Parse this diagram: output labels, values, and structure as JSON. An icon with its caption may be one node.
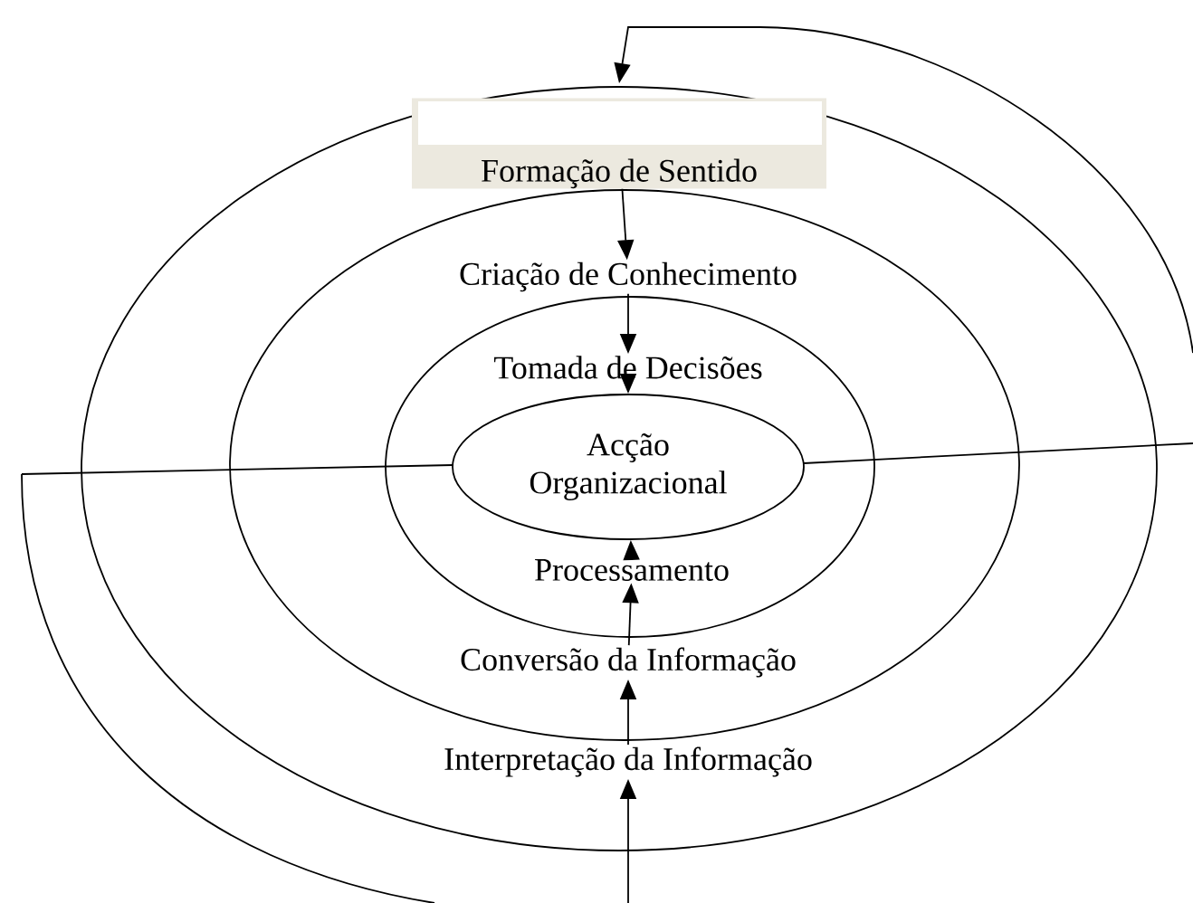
{
  "diagram": {
    "nodes": [
      {
        "text": [
          "Formação de Sentido"
        ]
      },
      {
        "text": [
          "Criação de Conhecimento"
        ]
      },
      {
        "text": [
          "Tomada de Decisões"
        ]
      },
      {
        "text": [
          "Acção Organizacional"
        ]
      },
      {
        "text": [
          "Processamento"
        ]
      },
      {
        "text": [
          "Conversão da Informação"
        ]
      },
      {
        "text": [
          "Interpretação da Informação"
        ]
      }
    ],
    "edges": [
      {
        "from": null,
        "to": 0,
        "arrow": "to"
      },
      {
        "from": 0,
        "to": 1,
        "arrow": "to"
      },
      {
        "from": 1,
        "to": 2,
        "arrow": "to"
      },
      {
        "from": 2,
        "to": 3,
        "arrow": "to"
      },
      {
        "from": null,
        "to": 6,
        "arrow": "to"
      },
      {
        "from": 6,
        "to": 5,
        "arrow": "to"
      },
      {
        "from": 5,
        "to": 4,
        "arrow": "to"
      },
      {
        "from": 4,
        "to": 3,
        "arrow": "to"
      }
    ]
  }
}
